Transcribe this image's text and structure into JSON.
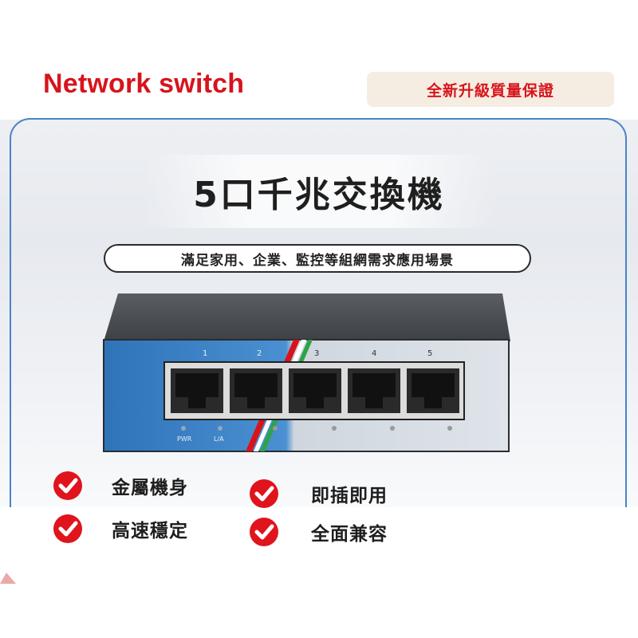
{
  "header": {
    "title": "Network switch",
    "promo": "全新升級質量保證"
  },
  "product": {
    "title": "5口千兆交換機",
    "subtitle": "滿足家用、企業、監控等組網需求應用場景",
    "port_numbers": [
      "1",
      "2",
      "3",
      "4",
      "5"
    ],
    "indicator_labels": {
      "power": "PWR",
      "link": "L/A"
    }
  },
  "features": [
    {
      "label": "金屬機身"
    },
    {
      "label": "即插即用"
    },
    {
      "label": "高速穩定"
    },
    {
      "label": "全面兼容"
    }
  ],
  "colors": {
    "brand_red": "#d7141c",
    "frame_blue": "#4a82c9",
    "switch_blue": "#3b7fc4",
    "promo_bg": "#f6ede2"
  },
  "icons": [
    "check-icon"
  ]
}
